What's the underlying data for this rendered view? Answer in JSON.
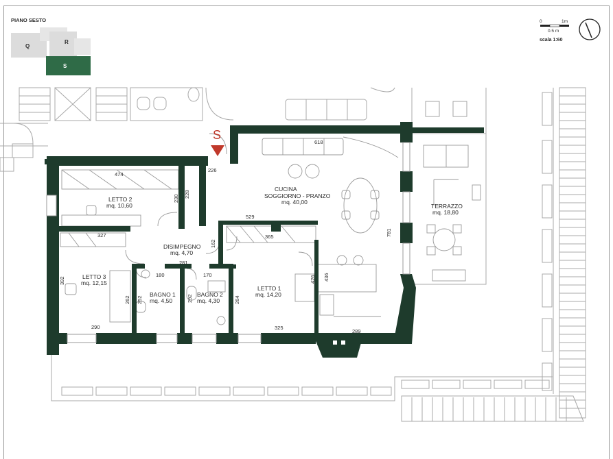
{
  "header": {
    "floor_label": "PIANO SESTO",
    "key_q": "Q",
    "key_r": "R",
    "key_s": "S"
  },
  "scale_box": {
    "zero": "0",
    "one_m": "1m",
    "half_m": "0.5 m",
    "scale": "scala 1:60"
  },
  "entrance_marker": "S",
  "rooms": {
    "letto2": {
      "name": "LETTO 2",
      "area": "mq. 10,60"
    },
    "cucina": {
      "line1": "CUCINA",
      "line2": "SOGGIORNO - PRANZO",
      "area": "mq. 40,00"
    },
    "terrazzo": {
      "name": "TERRAZZO",
      "area": "mq. 18,80"
    },
    "disimpegno": {
      "name": "DISIMPEGNO",
      "area": "mq. 4,70"
    },
    "letto3": {
      "name": "LETTO 3",
      "area": "mq. 12,15"
    },
    "bagno1": {
      "name": "BAGNO 1",
      "area": "mq. 4,50"
    },
    "bagno2": {
      "name": "BAGNO 2",
      "area": "mq. 4,30"
    },
    "letto1": {
      "name": "LETTO 1",
      "area": "mq. 14,20"
    }
  },
  "dimensions": {
    "d474": "474",
    "d226": "226",
    "d618": "618",
    "d228": "228",
    "d230": "230",
    "d529": "529",
    "d327": "327",
    "d365": "365",
    "d162": "162",
    "d281": "281",
    "d180": "180",
    "d170": "170",
    "d781": "781",
    "d392": "392",
    "d262": "262",
    "d252": "252",
    "d292": "292",
    "d264": "264",
    "d426": "426",
    "d436": "436",
    "d290": "290",
    "d325": "325",
    "d289": "289"
  },
  "colors": {
    "wall": "#1e3b2c",
    "key_light": "#dcdcdc",
    "key_active": "#2f6b47",
    "line": "#9a9a9a"
  }
}
